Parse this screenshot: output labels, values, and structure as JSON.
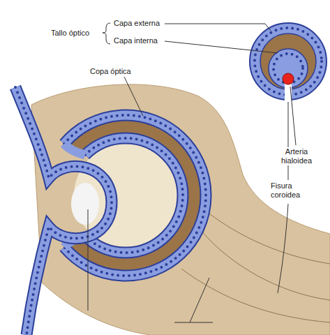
{
  "diagram": {
    "labels": [
      "Tallo óptico",
      "Capa externa",
      "Capa interna",
      "Copa óptica",
      "Arteria hialoidea",
      "Fisura coroidea"
    ]
  }
}
